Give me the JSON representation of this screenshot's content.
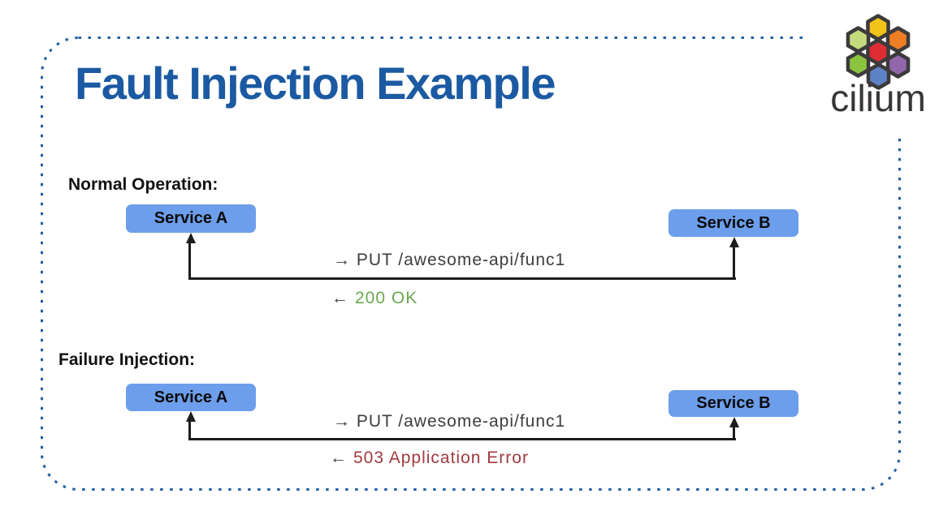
{
  "slide": {
    "title": "Fault Injection Example",
    "title_color": "#1b5aa2",
    "border_color": "#2160a6"
  },
  "logo": {
    "wordmark": "cilium",
    "wordmark_color": "#3a3637",
    "outline_color": "#3d3a3b",
    "hexagons": {
      "top": "#f2c318",
      "upper_left": "#c5da7c",
      "upper_right": "#ee7e24",
      "center": "#e02d33",
      "lower_left": "#8bc540",
      "lower_right": "#9166ab",
      "bottom": "#5d82c6"
    }
  },
  "colors": {
    "service_box": "#6d9eeb",
    "arrow": "#1c1c1c",
    "request_text": "#3d3d3d"
  },
  "sections": [
    {
      "label": "Normal Operation:",
      "service_a_label": "Service A",
      "service_b_label": "Service B",
      "request_label": "→ PUT /awesome-api/func1",
      "response_arrow": "←",
      "response_label": "200 OK",
      "response_color": "#6aa84f"
    },
    {
      "label": "Failure Injection:",
      "service_a_label": "Service A",
      "service_b_label": "Service B",
      "request_label": "→ PUT /awesome-api/func1",
      "response_arrow": "←",
      "response_label": "503 Application Error",
      "response_color": "#a03b3e"
    }
  ]
}
